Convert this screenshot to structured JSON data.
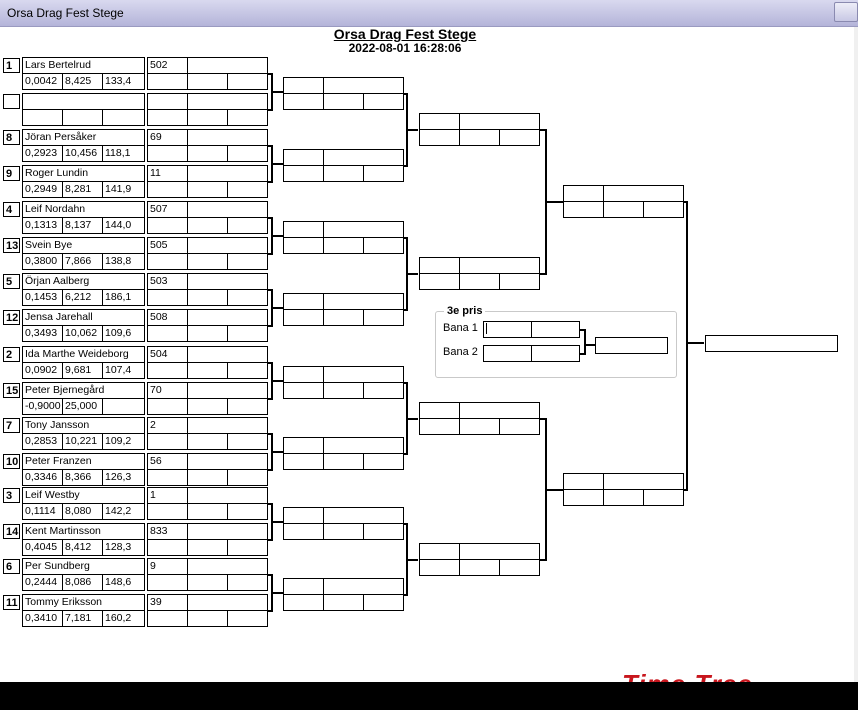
{
  "window": {
    "title": "Orsa Drag Fest Stege"
  },
  "header": {
    "title": "Orsa Drag Fest Stege",
    "datetime": "2022-08-01 16:28:06"
  },
  "round1": [
    {
      "entrants": [
        {
          "seed": "1",
          "name": "Lars Bertelrud",
          "reaction": "0,0042",
          "et": "8,425",
          "speed": "133,4",
          "car_no": "502"
        },
        {
          "seed": "",
          "name": "",
          "reaction": "",
          "et": "",
          "speed": "",
          "car_no": ""
        }
      ]
    },
    {
      "entrants": [
        {
          "seed": "8",
          "name": "Jöran Persåker",
          "reaction": "0,2923",
          "et": "10,456",
          "speed": "118,1",
          "car_no": "69"
        },
        {
          "seed": "9",
          "name": "Roger Lundin",
          "reaction": "0,2949",
          "et": "8,281",
          "speed": "141,9",
          "car_no": "11"
        }
      ]
    },
    {
      "entrants": [
        {
          "seed": "4",
          "name": "Leif Nordahn",
          "reaction": "0,1313",
          "et": "8,137",
          "speed": "144,0",
          "car_no": "507"
        },
        {
          "seed": "13",
          "name": "Svein Bye",
          "reaction": "0,3800",
          "et": "7,866",
          "speed": "138,8",
          "car_no": "505"
        }
      ]
    },
    {
      "entrants": [
        {
          "seed": "5",
          "name": "Örjan Aalberg",
          "reaction": "0,1453",
          "et": "6,212",
          "speed": "186,1",
          "car_no": "503"
        },
        {
          "seed": "12",
          "name": "Jensa Jarehall",
          "reaction": "0,3493",
          "et": "10,062",
          "speed": "109,6",
          "car_no": "508"
        }
      ]
    },
    {
      "entrants": [
        {
          "seed": "2",
          "name": "Ida Marthe Weideborg",
          "reaction": "0,0902",
          "et": "9,681",
          "speed": "107,4",
          "car_no": "504"
        },
        {
          "seed": "15",
          "name": "Peter Bjernegård",
          "reaction": "-0,9000",
          "et": "25,000",
          "speed": "",
          "car_no": "70"
        }
      ]
    },
    {
      "entrants": [
        {
          "seed": "7",
          "name": "Tony Jansson",
          "reaction": "0,2853",
          "et": "10,221",
          "speed": "109,2",
          "car_no": "2"
        },
        {
          "seed": "10",
          "name": "Peter Franzen",
          "reaction": "0,3346",
          "et": "8,366",
          "speed": "126,3",
          "car_no": "56"
        }
      ]
    },
    {
      "entrants": [
        {
          "seed": "3",
          "name": "Leif Westby",
          "reaction": "0,1114",
          "et": "8,080",
          "speed": "142,2",
          "car_no": "1"
        },
        {
          "seed": "14",
          "name": "Kent Martinsson",
          "reaction": "0,4045",
          "et": "8,412",
          "speed": "128,3",
          "car_no": "833"
        }
      ]
    },
    {
      "entrants": [
        {
          "seed": "6",
          "name": "Per Sundberg",
          "reaction": "0,2444",
          "et": "8,086",
          "speed": "148,6",
          "car_no": "9"
        },
        {
          "seed": "11",
          "name": "Tommy Eriksson",
          "reaction": "0,3410",
          "et": "7,181",
          "speed": "160,2",
          "car_no": "39"
        }
      ]
    }
  ],
  "third_place": {
    "title": "3e pris",
    "lane1_label": "Bana 1",
    "lane2_label": "Bana 2"
  },
  "logo": {
    "text": "Time Tree",
    "color": "#c8161d"
  },
  "colors": {
    "lines": "#000000",
    "background": "#ffffff",
    "titlebar": "#c6c6e6"
  }
}
